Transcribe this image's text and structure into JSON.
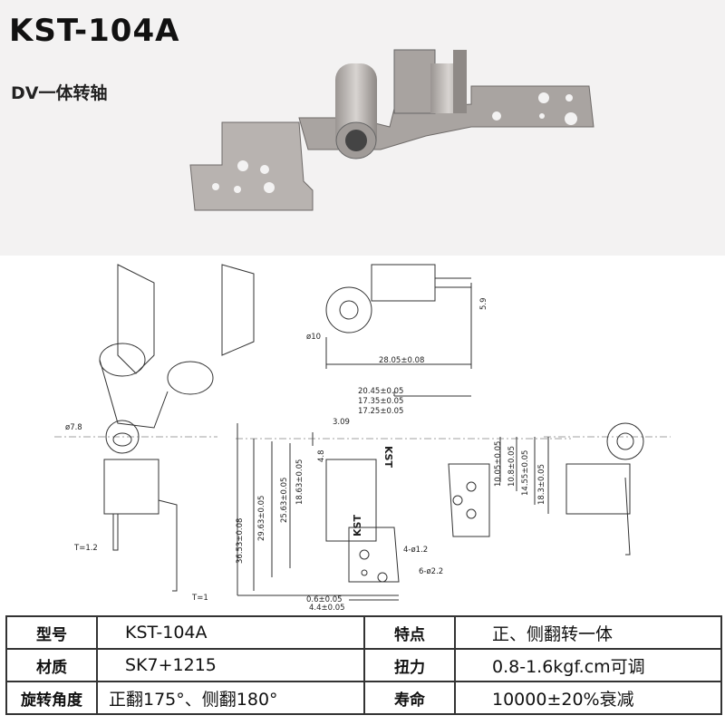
{
  "header": {
    "title": "KST-104A",
    "subtitle": "DV一体转轴"
  },
  "drawing": {
    "dims": [
      "20.45±0.05",
      "17.35±0.05",
      "17.25±0.05",
      "3.09",
      "4.8",
      "36.53±0.08",
      "29.63±0.05",
      "25.63±0.05",
      "18.63±0.05",
      "10.05±0.05",
      "10.8±0.05",
      "14.55±0.05",
      "18.3±0.05",
      "4-ø1.2",
      "6-ø2.2",
      "0.6±0.05",
      "4.4±0.05",
      "ø10",
      "5.9",
      "28.05±0.08",
      "ø7.8",
      "T=1.2",
      "T=1"
    ],
    "marking": "KST"
  },
  "specs": [
    {
      "label": "型号",
      "value": "KST-104A",
      "label2": "特点",
      "value2": "正、侧翻转一体"
    },
    {
      "label": "材质",
      "value": "SK7+1215",
      "label2": "扭力",
      "value2": "0.8-1.6kgf.cm可调"
    },
    {
      "label": "旋转角度",
      "value": "正翻175°、侧翻180°",
      "label2": "寿命",
      "value2": "10000±20%衰减"
    }
  ]
}
